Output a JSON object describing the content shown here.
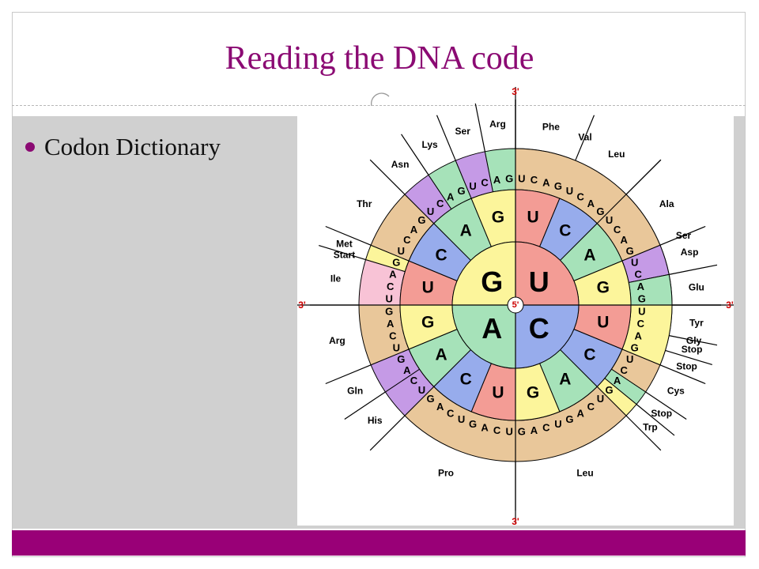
{
  "slide": {
    "title": "Reading the DNA code",
    "bullets": [
      "Codon Dictionary"
    ]
  },
  "colors": {
    "accent": "#990077",
    "title": "#8b0a73",
    "content_bg": "#d0d0d0",
    "red": "#f39c95",
    "yellow": "#fcf59b",
    "green": "#a6e2b9",
    "blue": "#97acec",
    "purple": "#c59ae6",
    "tan": "#e9c79a",
    "pink": "#f8c3d6",
    "label_red": "#cc0000"
  },
  "codon_wheel": {
    "center_label": "5'",
    "ends": {
      "top": "3'",
      "bottom": "3'",
      "left": "3'",
      "right": "3'"
    },
    "first_base": [
      "U",
      "C",
      "A",
      "G"
    ],
    "second_base": [
      "U",
      "C",
      "A",
      "G",
      "U",
      "C",
      "A",
      "G",
      "U",
      "C",
      "A",
      "G",
      "U",
      "C",
      "A",
      "G"
    ],
    "third_base": [
      "U",
      "C",
      "A",
      "G",
      "U",
      "C",
      "A",
      "G",
      "U",
      "C",
      "A",
      "G",
      "U",
      "C",
      "A",
      "G",
      "U",
      "C",
      "A",
      "G",
      "U",
      "C",
      "A",
      "G",
      "U",
      "C",
      "A",
      "G",
      "U",
      "C",
      "A",
      "G",
      "U",
      "C",
      "A",
      "G",
      "U",
      "C",
      "A",
      "G",
      "U",
      "C",
      "A",
      "G",
      "U",
      "C",
      "A",
      "G",
      "U",
      "C",
      "A",
      "G",
      "U",
      "C",
      "A",
      "G",
      "U",
      "C",
      "A",
      "G",
      "U",
      "C",
      "A",
      "G"
    ],
    "amino_acids": [
      {
        "name": "Phe"
      },
      {
        "name": "Leu"
      },
      {
        "name": "Ser"
      },
      {
        "name": "Tyr"
      },
      {
        "name": "Stop"
      },
      {
        "name": "Stop"
      },
      {
        "name": "Cys"
      },
      {
        "name": "Stop"
      },
      {
        "name": "Trp"
      },
      {
        "name": "Leu"
      },
      {
        "name": "Pro"
      },
      {
        "name": "His"
      },
      {
        "name": "Gln"
      },
      {
        "name": "Arg"
      },
      {
        "name": "Ile"
      },
      {
        "name": "Met",
        "name2": "Start"
      },
      {
        "name": "Thr"
      },
      {
        "name": "Asn"
      },
      {
        "name": "Lys"
      },
      {
        "name": "Ser"
      },
      {
        "name": "Arg"
      },
      {
        "name": "Val"
      },
      {
        "name": "Ala"
      },
      {
        "name": "Asp"
      },
      {
        "name": "Glu"
      },
      {
        "name": "Gly"
      }
    ]
  }
}
